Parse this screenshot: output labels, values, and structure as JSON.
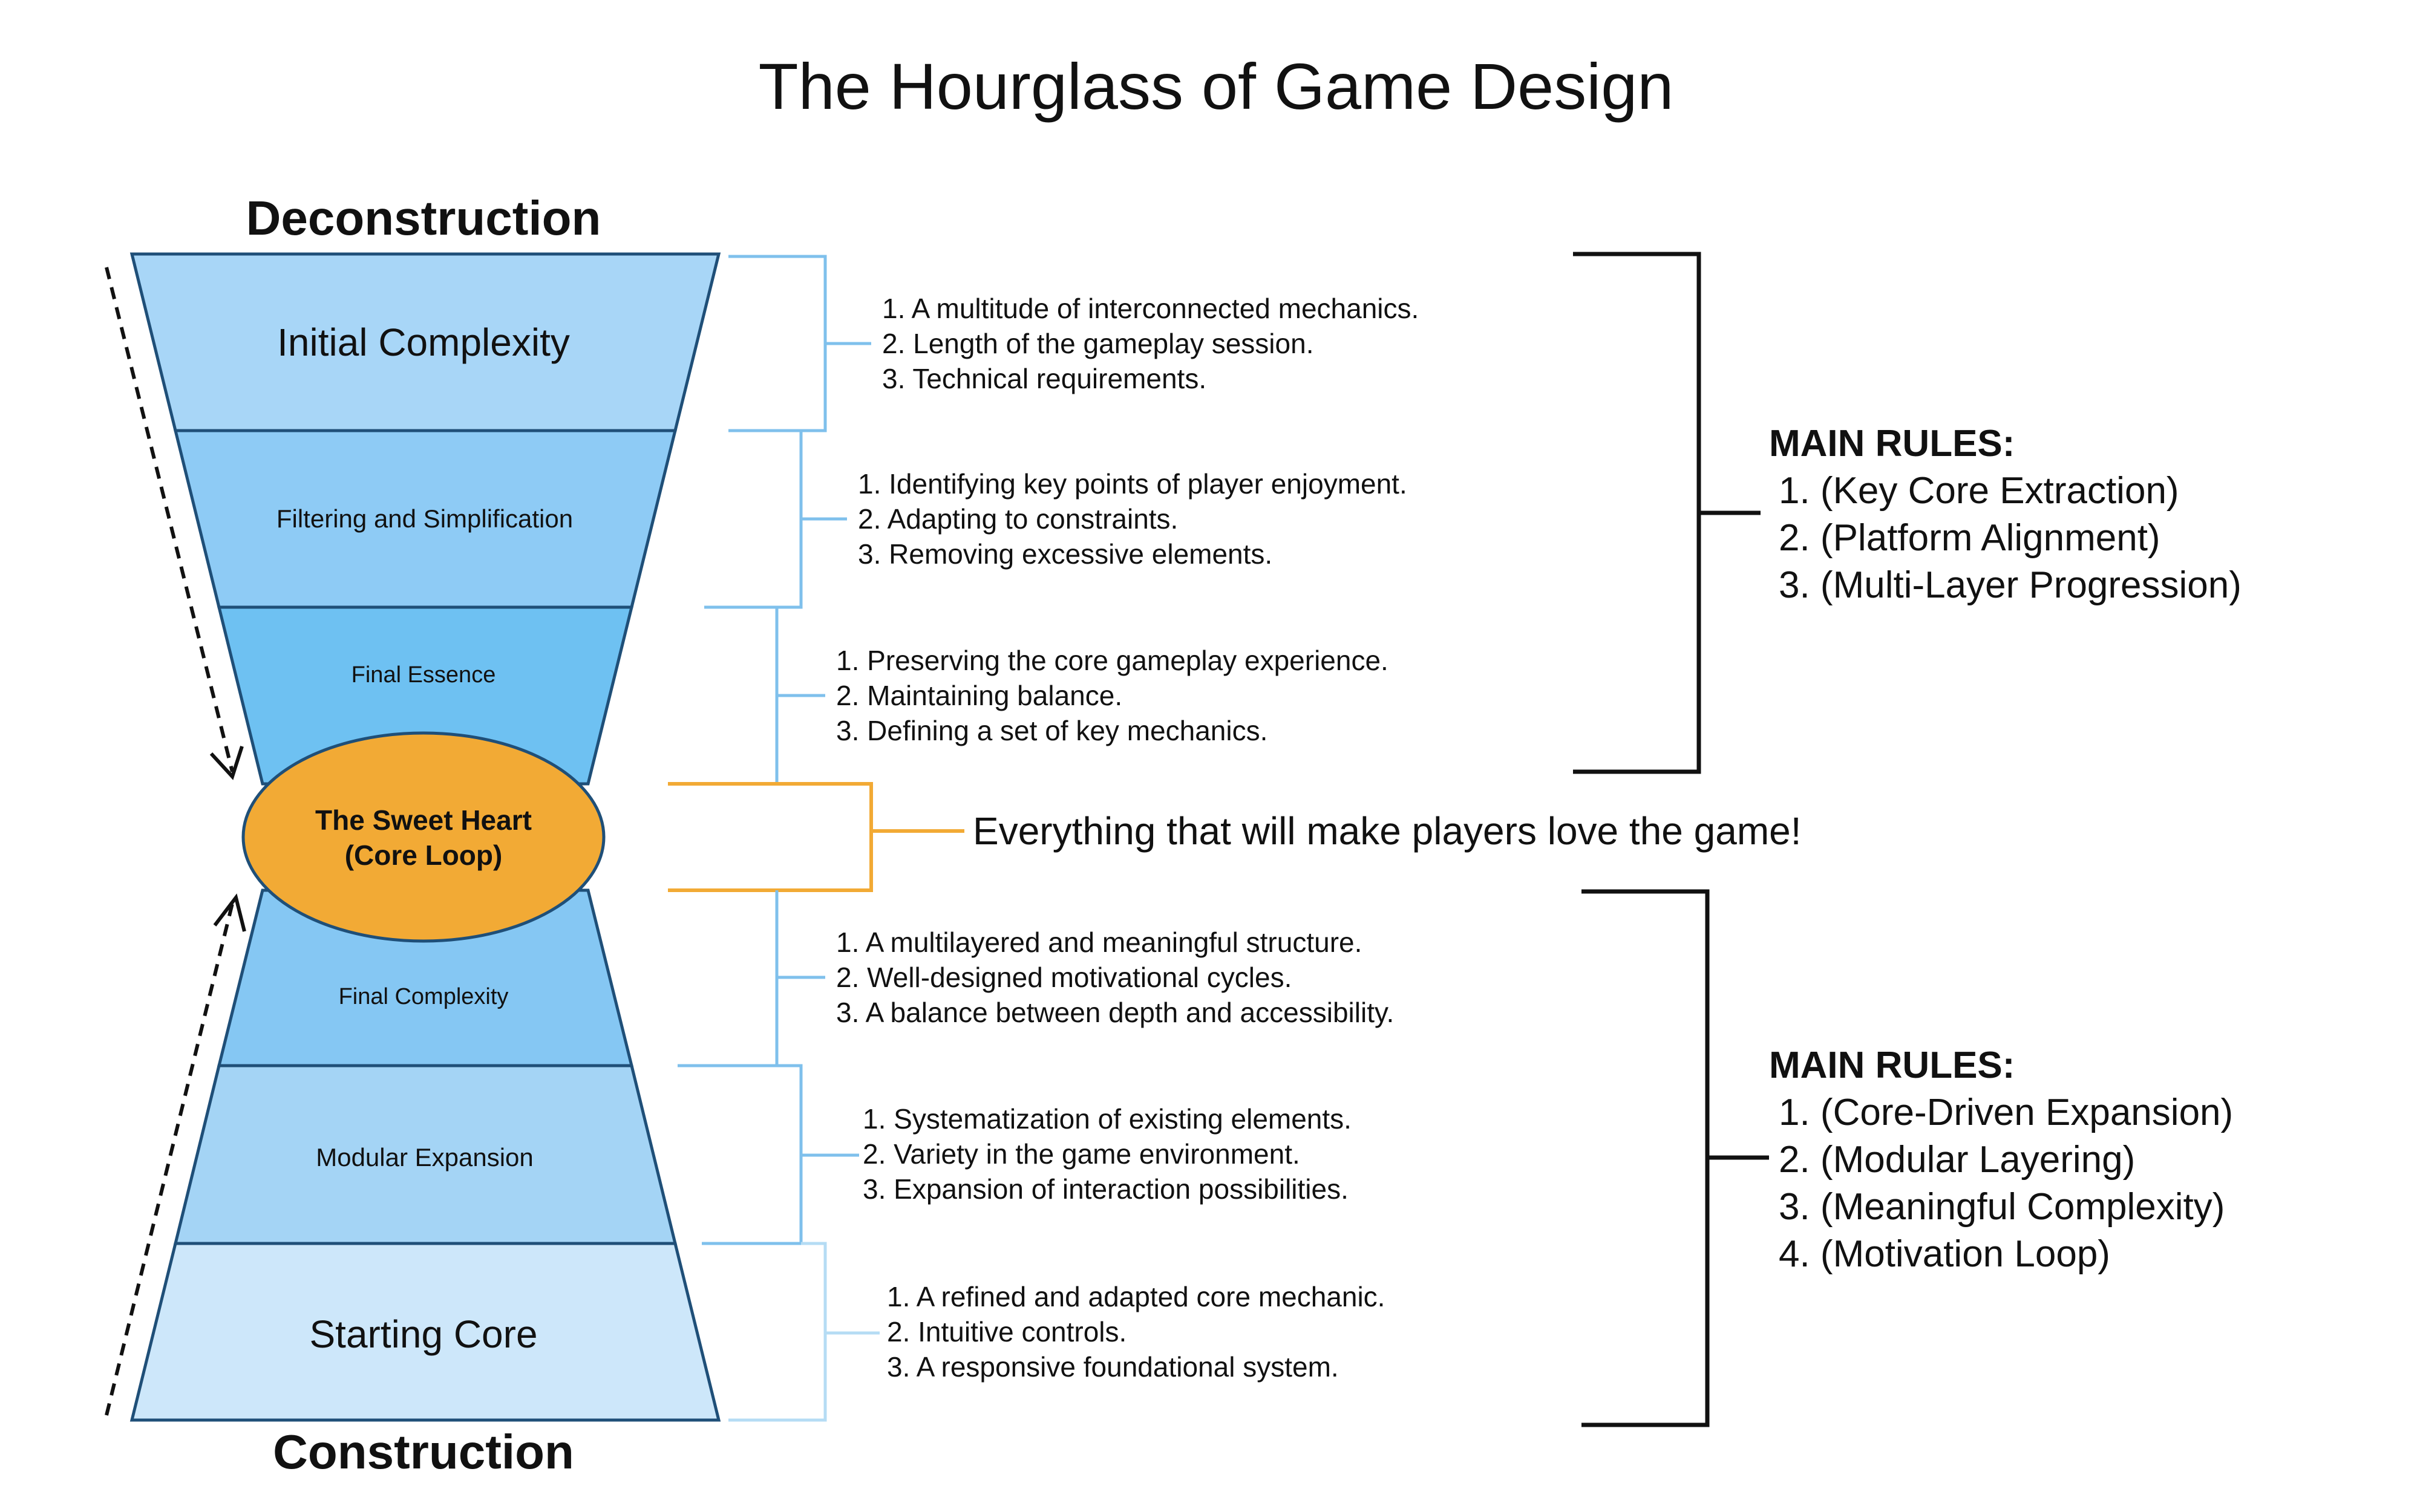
{
  "title": "The Hourglass of Game Design",
  "top_heading": "Deconstruction",
  "bottom_heading": "Construction",
  "top_layers": [
    {
      "label": "Initial Complexity",
      "items": [
        "1. A multitude of interconnected mechanics.",
        "2. Length of the gameplay session.",
        "3. Technical requirements."
      ]
    },
    {
      "label": "Filtering and Simplification",
      "items": [
        "1. Identifying key points of player enjoyment.",
        "2. Adapting to constraints.",
        "3. Removing excessive elements."
      ]
    },
    {
      "label": "Final Essence",
      "items": [
        "1. Preserving the core gameplay experience.",
        "2. Maintaining balance.",
        "3. Defining a set of key mechanics."
      ]
    }
  ],
  "core": {
    "line1": "The Sweet Heart",
    "line2": "(Core Loop)",
    "tagline": "Everything that will make players love the game!"
  },
  "bottom_layers": [
    {
      "label": "Final Complexity",
      "items": [
        "1. A multilayered and meaningful structure.",
        "2. Well-designed motivational cycles.",
        "3. A balance between depth and accessibility."
      ]
    },
    {
      "label": "Modular Expansion",
      "items": [
        "1. Systematization of existing elements.",
        "2. Variety in the game environment.",
        "3. Expansion of interaction possibilities."
      ]
    },
    {
      "label": "Starting Core",
      "items": [
        "1. A refined and adapted core mechanic.",
        "2. Intuitive controls.",
        "3. A responsive foundational system."
      ]
    }
  ],
  "top_rules": {
    "heading": "MAIN RULES:",
    "items": [
      "1. (Key Core Extraction)",
      "2. (Platform Alignment)",
      "3. (Multi-Layer Progression)"
    ]
  },
  "bottom_rules": {
    "heading": "MAIN RULES:",
    "items": [
      "1. (Core-Driven Expansion)",
      "2. (Modular Layering)",
      "3. (Meaningful Complexity)",
      "4. (Motivation Loop)"
    ]
  },
  "colors": {
    "layer1": "#a8d6f7",
    "layer2": "#8ecbf5",
    "layer3": "#6ec1f2",
    "layer4": "#85c7f3",
    "layer5": "#a4d4f5",
    "layer6": "#cde7fa",
    "outline": "#1f4f78",
    "bracket_blue": "#7fc0ec",
    "bracket_light": "#b5dcf4",
    "core_fill": "#f2aa35",
    "core_stroke": "#1f4f78",
    "bracket_orange": "#f2aa35"
  }
}
